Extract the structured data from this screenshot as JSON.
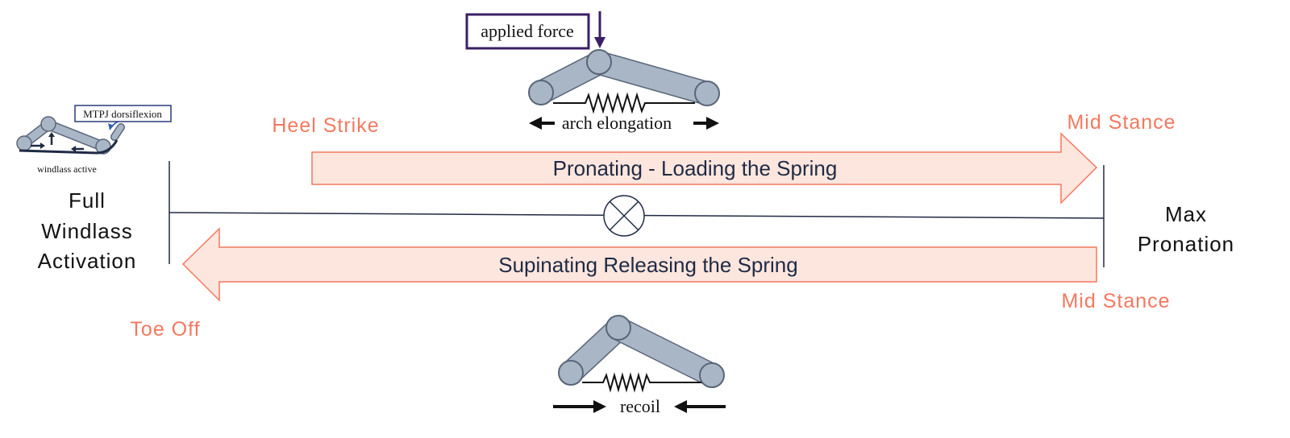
{
  "phase_labels": {
    "heel_strike": "Heel Strike",
    "mid_stance_top": "Mid Stance",
    "mid_stance_bottom": "Mid Stance",
    "toe_off": "Toe Off"
  },
  "end_labels": {
    "left": [
      "Full",
      "Windlass",
      "Activation"
    ],
    "right": [
      "Max",
      "Pronation"
    ]
  },
  "arrows": {
    "top": "Pronating - Loading the Spring",
    "bottom": "Supinating Releasing the Spring"
  },
  "figures": {
    "applied_force": "applied force",
    "arch_elongation": "arch elongation",
    "recoil": "recoil",
    "mtpj": "MTPJ dorsiflexion",
    "windlass_active": "windlass active"
  },
  "colors": {
    "accent": "#f4785f",
    "arrow_fill": "#fde6de",
    "arrow_stroke": "#f4785f",
    "bar_fill": "#a8b6c6",
    "bar_stroke": "#5a6678",
    "force_box": "#3b1f66",
    "text_dark": "#1f2a44"
  }
}
